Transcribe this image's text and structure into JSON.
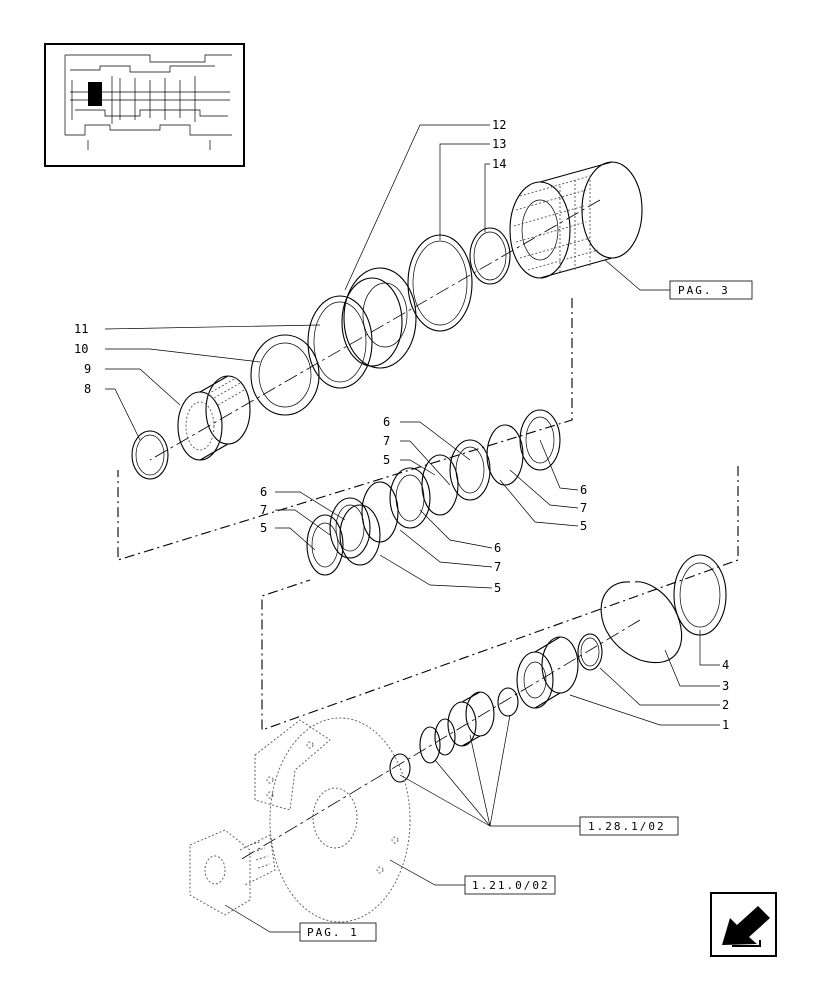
{
  "callouts": {
    "c12": "12",
    "c13": "13",
    "c14": "14",
    "c11": "11",
    "c10": "10",
    "c9": "9",
    "c8": "8",
    "r6a": "6",
    "r7a": "7",
    "r5a": "5",
    "r6b": "6",
    "r7b": "7",
    "r5b": "5",
    "l6a": "6",
    "l7a": "7",
    "l5a": "5",
    "l6b": "6",
    "l7b": "7",
    "l5b": "5",
    "c4": "4",
    "c3": "3",
    "c2": "2",
    "c1": "1"
  },
  "references": {
    "pag3": "PAG. 3",
    "ref_1_28": "1.28.1/02",
    "ref_1_21": "1.21.0/02",
    "pag1": "PAG. 1"
  },
  "icons": {
    "locator": "transmission-locator-icon",
    "nav": "back-arrow-icon"
  }
}
